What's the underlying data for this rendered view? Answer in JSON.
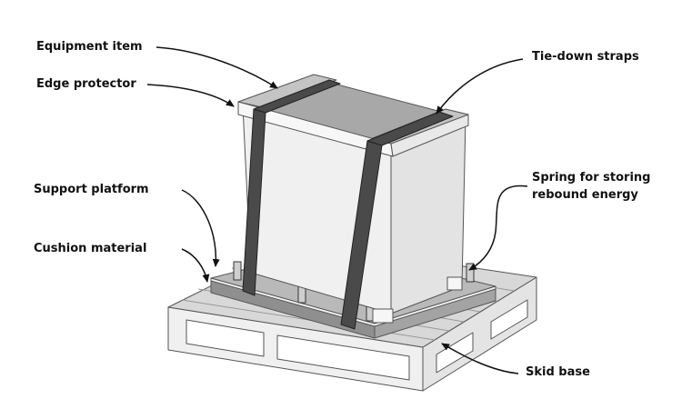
{
  "diagram": {
    "labels": {
      "equipment_item": "Equipment item",
      "edge_protector": "Edge protector",
      "support_platform": "Support platform",
      "cushion_material": "Cushion material",
      "tie_down_straps": "Tie-down straps",
      "spring_line1": "Spring for storing",
      "spring_line2": "rebound energy",
      "skid_base": "Skid base"
    },
    "colors": {
      "strap": "#4a4a4a",
      "box_front": "#efefef",
      "box_side": "#e2e2e2",
      "box_top": "#a9a9a9",
      "platform": "#9b9b9b",
      "pallet": "#eeeeee"
    }
  }
}
